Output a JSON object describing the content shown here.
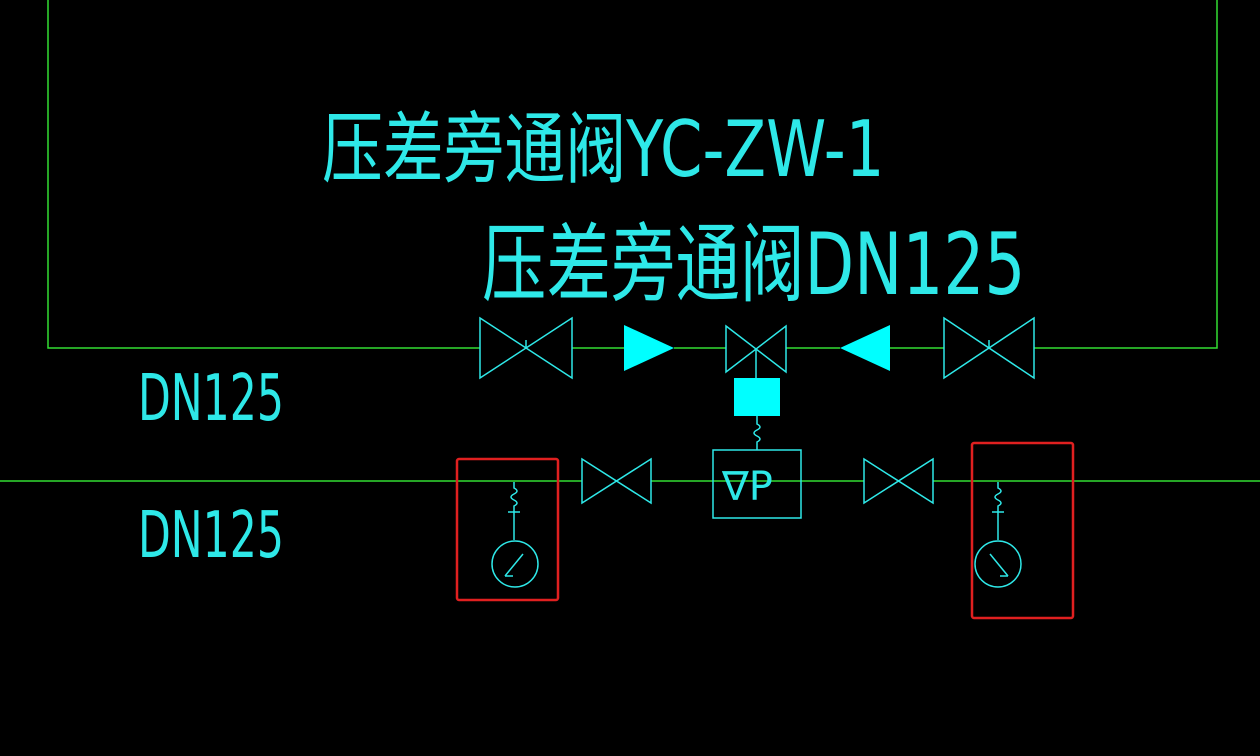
{
  "diagram": {
    "title_model": "压差旁通阀YC-ZW-1",
    "title_size": "压差旁通阀DN125",
    "pipe_label_upper": "DN125",
    "pipe_label_lower": "DN125",
    "dp_label": "∇P"
  },
  "colors": {
    "background": "#000000",
    "pipe": "#33dd33",
    "symbol": "#2ee8e8",
    "fill": "#00ffff",
    "highlight": "#e02020"
  }
}
